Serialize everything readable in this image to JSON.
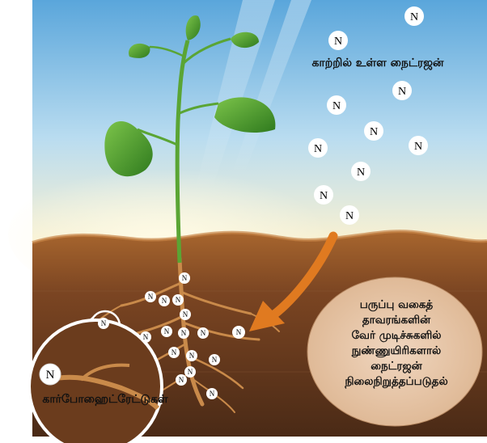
{
  "labels": {
    "air_nitrogen": "காற்றில் உள்ள நைட்ரஜன்",
    "carbohydrates": "கார்போஹைட்ரேட்டுகள்",
    "fixation_lines": [
      "பருப்பு வகைத்",
      "தாவரங்களின்",
      "வேர் முடிச்சுகளில்",
      "நுண்ணுயிரிகளால்",
      "நைட்ரஜன்",
      "நிலைநிறுத்தப்படுதல்"
    ]
  },
  "nitrogen_symbol": "N",
  "colors": {
    "sky_top": "#6fb3e0",
    "sky_bottom": "#fff6d8",
    "soil_top": "#9a5a26",
    "soil_bottom": "#4a2a16",
    "arrow": "#e07a20",
    "callout_fill": "#e9c9ad",
    "leaf": "#4a9a2a",
    "root": "#c98a4a"
  }
}
